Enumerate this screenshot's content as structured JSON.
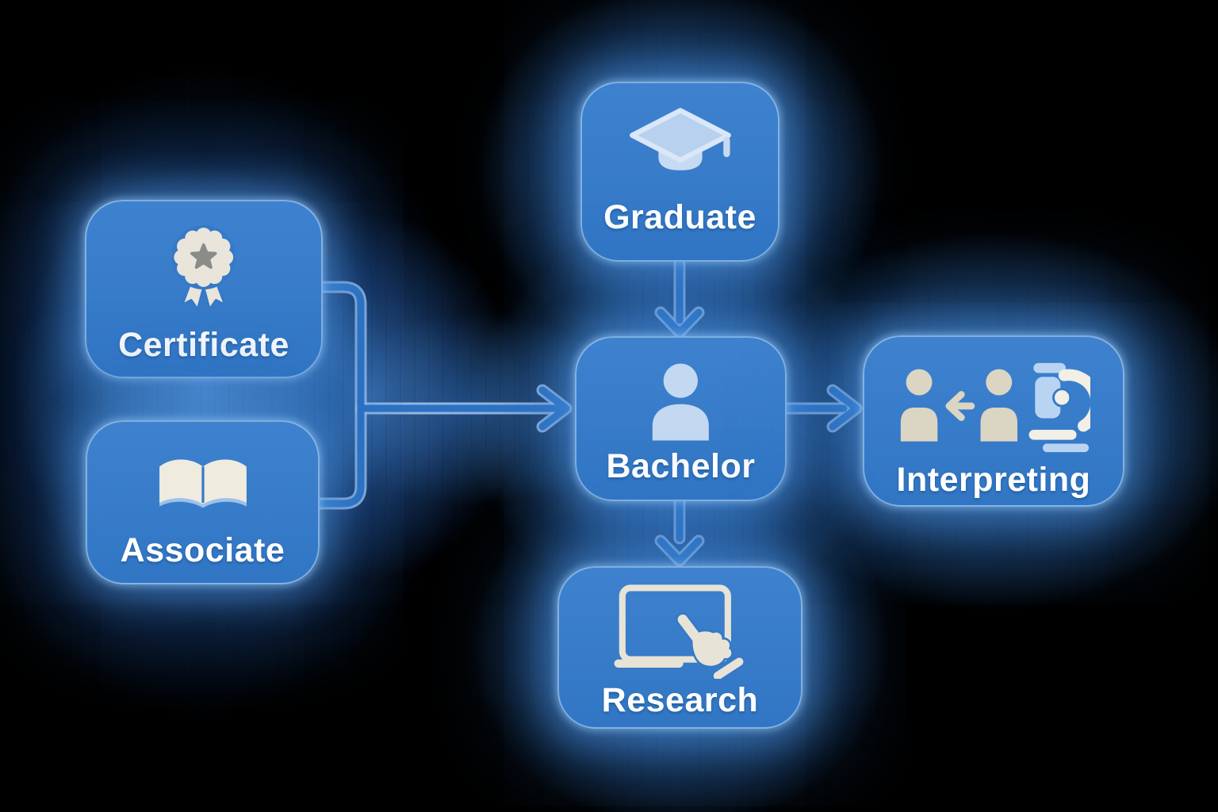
{
  "diagram": {
    "type": "flowchart",
    "background": "black-with-blue-glow",
    "nodes": [
      {
        "id": "certificate",
        "label": "Certificate",
        "icon": "award-ribbon-icon"
      },
      {
        "id": "associate",
        "label": "Associate",
        "icon": "open-book-icon"
      },
      {
        "id": "graduate",
        "label": "Graduate",
        "icon": "graduation-cap-icon"
      },
      {
        "id": "bachelor",
        "label": "Bachelor",
        "icon": "person-icon"
      },
      {
        "id": "interpreting",
        "label": "Interpreting",
        "icon": "people-exchange-and-microscope-icon"
      },
      {
        "id": "research",
        "label": "Research",
        "icon": "laptop-touch-icon"
      }
    ],
    "edges": [
      {
        "from": "certificate & associate",
        "to": "bachelor",
        "style": "bracket-merge-arrow",
        "direction": "right"
      },
      {
        "from": "graduate",
        "to": "bachelor",
        "style": "arrow",
        "direction": "down"
      },
      {
        "from": "bachelor",
        "to": "interpreting",
        "style": "arrow",
        "direction": "right"
      },
      {
        "from": "bachelor",
        "to": "research",
        "style": "arrow",
        "direction": "down"
      }
    ],
    "colors": {
      "background": "#000000",
      "glow": "#4a8fd8",
      "node_fill": "#3579c8",
      "node_border": "#bedcfa",
      "label_text": "#ffffff",
      "icon_pale_blue": "#c3d8f1",
      "icon_cream": "#e9e5da",
      "icon_beige": "#dbd5c3",
      "icon_gray_star": "#8a8c8a",
      "connector_inner": "#2d73c5",
      "connector_outline": "#a9c8ec"
    }
  }
}
